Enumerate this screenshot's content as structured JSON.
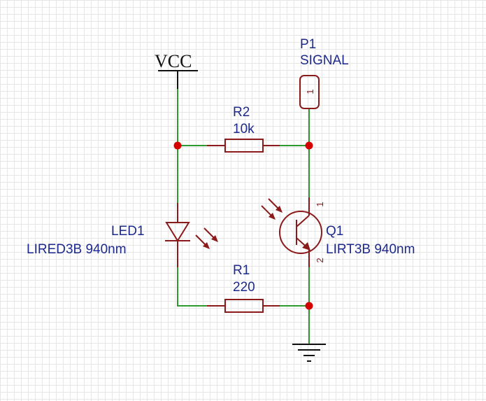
{
  "power": {
    "label": "VCC"
  },
  "p1": {
    "ref": "P1",
    "value": "SIGNAL",
    "pin": "1"
  },
  "r2": {
    "ref": "R2",
    "value": "10k"
  },
  "r1": {
    "ref": "R1",
    "value": "220"
  },
  "led1": {
    "ref": "LED1",
    "value": "LIRED3B 940nm"
  },
  "q1": {
    "ref": "Q1",
    "value": "LIRT3B 940nm",
    "pin1": "1",
    "pin2": "2"
  },
  "colors": {
    "wire": "#2f9a2f",
    "component": "#8b1a1a",
    "label": "#1d2a8c",
    "junction": "#d40000",
    "grid": "#e6e6e6"
  },
  "icons": [
    "vcc-symbol",
    "ground-symbol",
    "resistor",
    "led",
    "phototransistor",
    "connector-pin"
  ]
}
